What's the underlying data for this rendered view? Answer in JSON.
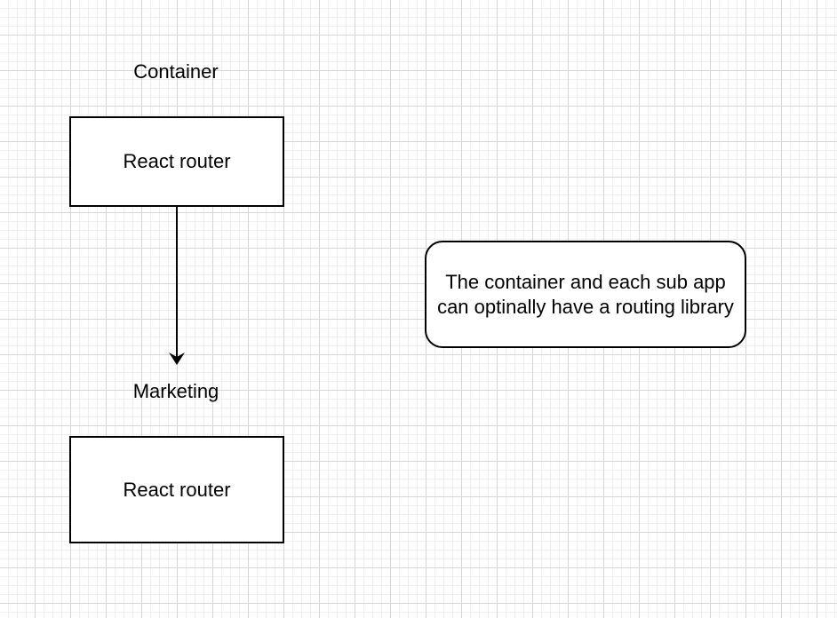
{
  "diagram": {
    "container_label": "Container",
    "container_box_text": "React router",
    "marketing_label": "Marketing",
    "marketing_box_text": "React router",
    "note_text": "The container and each sub app can optinally have a routing library"
  }
}
